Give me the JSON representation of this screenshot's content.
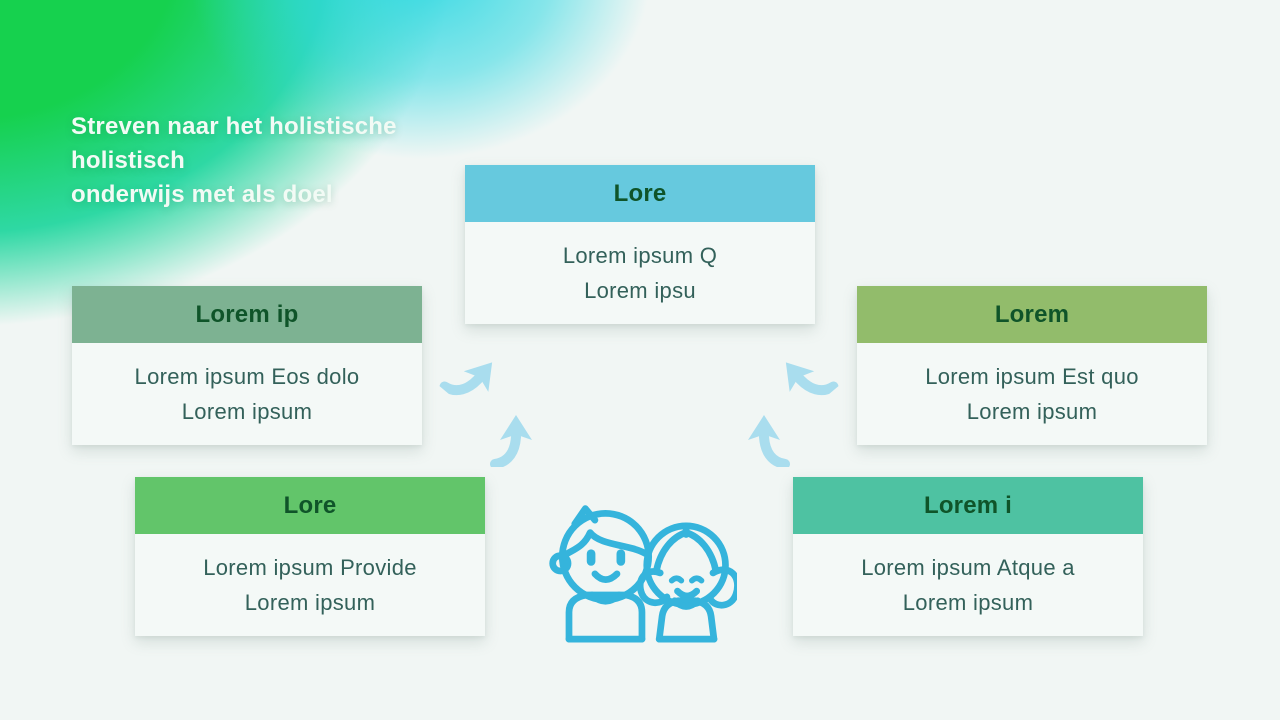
{
  "title": {
    "lines": [
      "Streven naar het holistische",
      "holistisch",
      "onderwijs met als doel"
    ]
  },
  "cards": [
    {
      "position": "top",
      "header": "Lore",
      "header_color": "#66c9de",
      "body_lines": [
        "Lorem ipsum Q",
        "Lorem ipsu"
      ]
    },
    {
      "position": "left",
      "header": "Lorem ip",
      "header_color": "#7db292",
      "body_lines": [
        "Lorem ipsum Eos dolo",
        "Lorem ipsum"
      ]
    },
    {
      "position": "right",
      "header": "Lorem",
      "header_color": "#92bc6b",
      "body_lines": [
        "Lorem ipsum Est quo",
        "Lorem ipsum"
      ]
    },
    {
      "position": "bottom-left",
      "header": "Lore",
      "header_color": "#62c56a",
      "body_lines": [
        "Lorem ipsum Provide",
        "Lorem ipsum"
      ]
    },
    {
      "position": "bottom-right",
      "header": "Lorem i",
      "header_color": "#4ec2a2",
      "body_lines": [
        "Lorem ipsum Atque a",
        "Lorem ipsum"
      ]
    }
  ],
  "icons": {
    "center": "children-icon",
    "arrow": "curved-arrow-icon"
  },
  "colors": {
    "page-bg": "#f1f6f4",
    "grad-green": "#16d14e",
    "grad-teal": "#19d59b",
    "grad-cyan": "#2ed8e2",
    "card-body-bg": "#f4f9f7",
    "header-text": "#0f5429",
    "body-text": "#33615a",
    "title-text": "#f2fbf5",
    "arrow-blue": "#a9ddee",
    "icon-blue": "#35b4dc"
  }
}
